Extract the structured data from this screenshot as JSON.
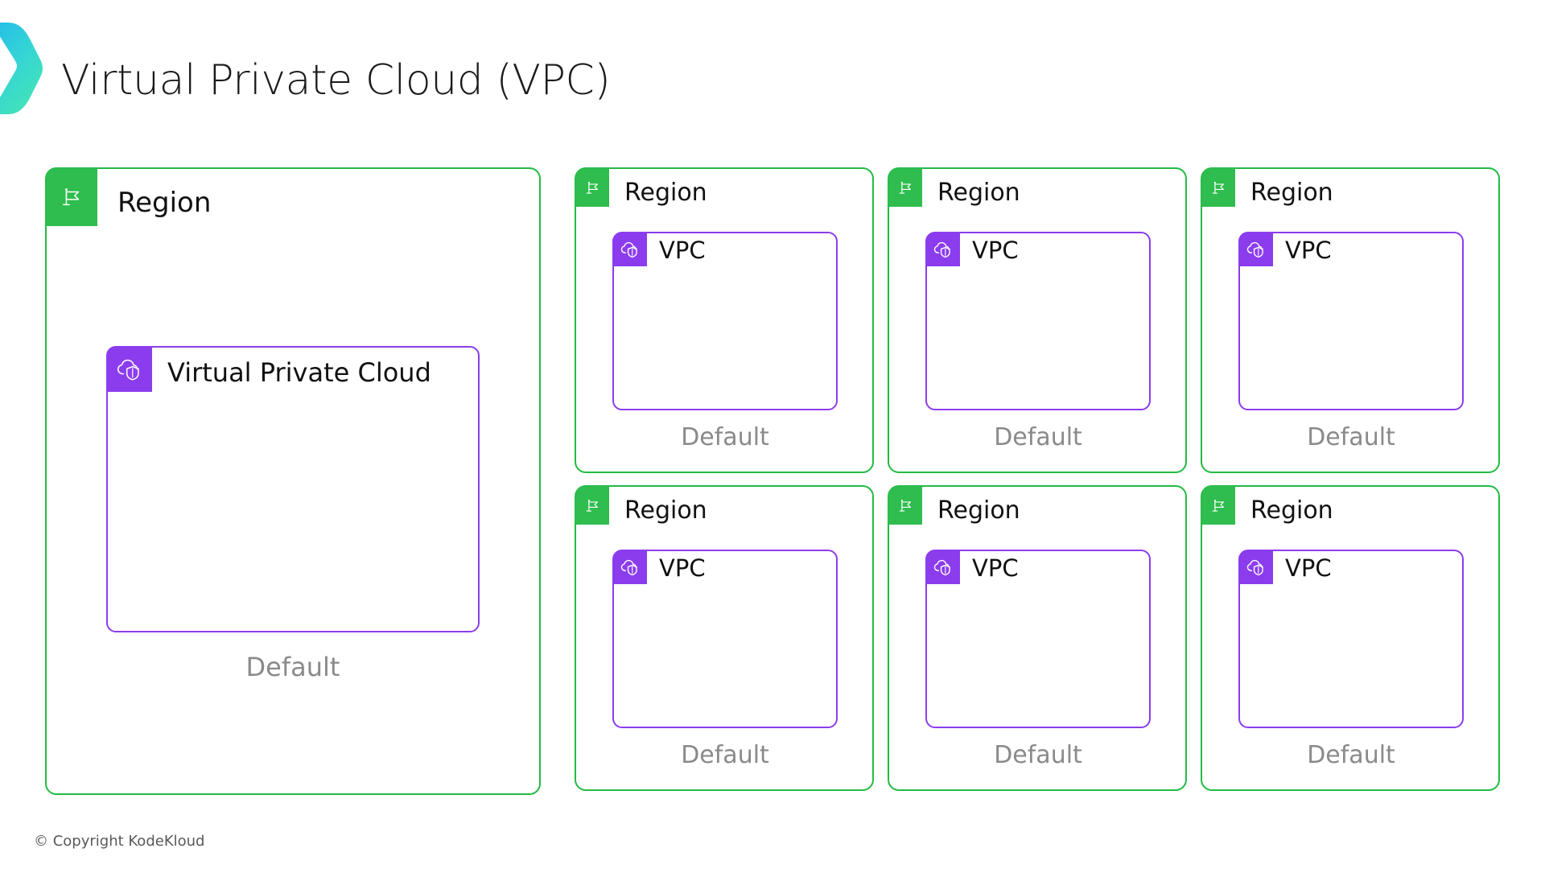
{
  "title": "Virtual Private Cloud (VPC)",
  "footer": "© Copyright KodeKloud",
  "icons": {
    "region": "flag-icon",
    "vpc": "cloud-shield-icon",
    "decor": "chevron-logo-icon"
  },
  "colors": {
    "region_border": "#22bb44",
    "region_badge": "#2ebd4e",
    "vpc_border": "#8B3DEE",
    "vpc_badge": "#8B3DEE",
    "title_text": "#1b1b1b",
    "default_text": "#8a8a8a",
    "background": "#ffffff",
    "chevron_from": "#2bc4e8",
    "chevron_to": "#3fe0c0"
  },
  "big_card": {
    "region_label": "Region",
    "vpc_label": "Virtual Private Cloud",
    "default_label": "Default"
  },
  "small_cards": [
    {
      "region_label": "Region",
      "vpc_label": "VPC",
      "default_label": "Default"
    },
    {
      "region_label": "Region",
      "vpc_label": "VPC",
      "default_label": "Default"
    },
    {
      "region_label": "Region",
      "vpc_label": "VPC",
      "default_label": "Default"
    },
    {
      "region_label": "Region",
      "vpc_label": "VPC",
      "default_label": "Default"
    },
    {
      "region_label": "Region",
      "vpc_label": "VPC",
      "default_label": "Default"
    },
    {
      "region_label": "Region",
      "vpc_label": "VPC",
      "default_label": "Default"
    }
  ]
}
